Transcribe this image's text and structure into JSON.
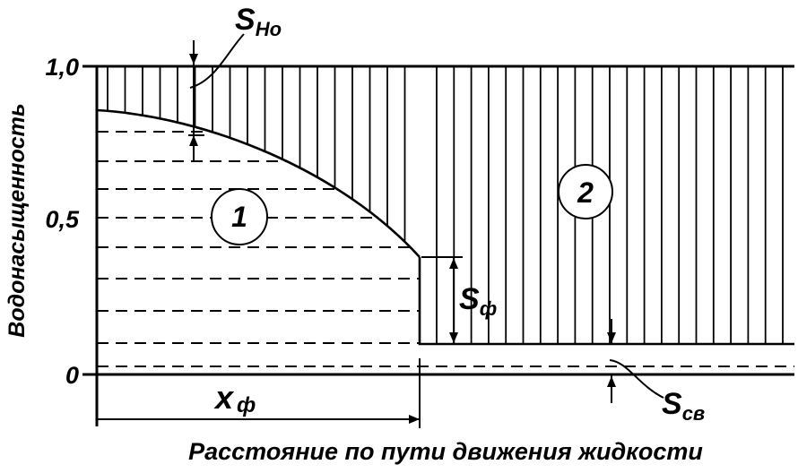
{
  "diagram": {
    "y_axis_label": "Водонасыщенность",
    "x_axis_label": "Расстояние по пути движения жидкости",
    "y_ticks": [
      "1,0",
      "0,5",
      "0"
    ],
    "zone_labels": [
      "1",
      "2"
    ],
    "annotations": {
      "s_no": {
        "main": "S",
        "sub": "Но"
      },
      "s_f": {
        "main": "S",
        "sub": "ф"
      },
      "s_sv": {
        "main": "S",
        "sub": "св"
      },
      "x_f": {
        "main": "x",
        "sub": "ф"
      }
    }
  }
}
